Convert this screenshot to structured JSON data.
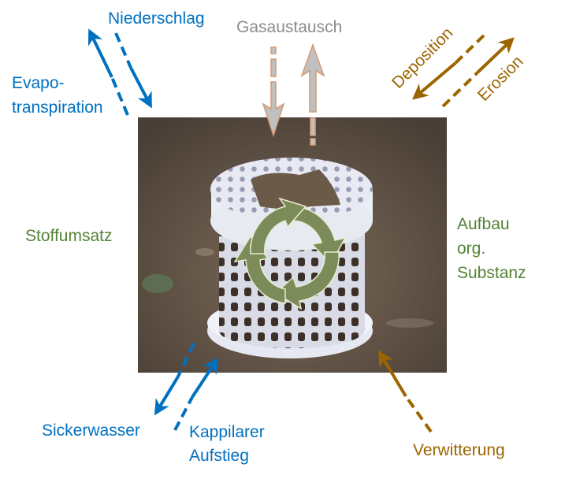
{
  "labels": {
    "niederschlag": "Niederschlag",
    "gasaustausch": "Gasaustausch",
    "evapo_line1": "Evapo-",
    "evapo_line2": "transpiration",
    "deposition": "Deposition",
    "erosion": "Erosion",
    "stoffumsatz": "Stoffumsatz",
    "aufbau_line1": "Aufbau",
    "aufbau_line2": "org.",
    "aufbau_line3": "Substanz",
    "sickerwasser": "Sickerwasser",
    "kapillar_line1": "Kappilarer",
    "kapillar_line2": "Aufstieg",
    "verwitterung": "Verwitterung"
  },
  "colors": {
    "water": "#0070c0",
    "gas_fill": "#c0c0c0",
    "gas_outline": "#d49a72",
    "soil_process": "#9c6500",
    "cycle": "#7b8c5a",
    "text_green": "#548235",
    "text_gray": "#8c8c8c"
  },
  "icons": [
    "soil-photo",
    "recycle-cycle-icon"
  ]
}
